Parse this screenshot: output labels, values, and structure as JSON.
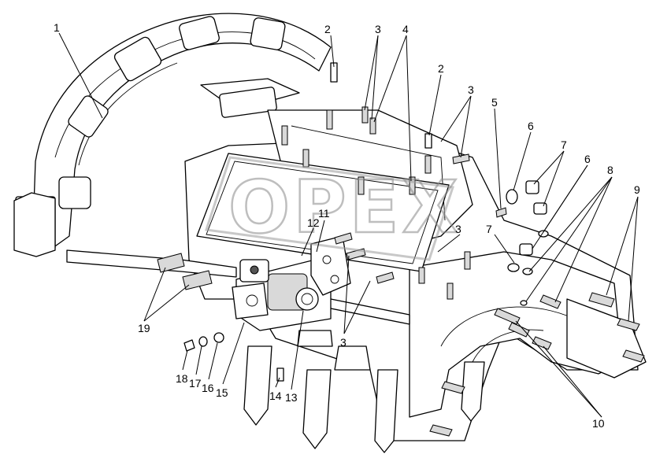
{
  "diagram": {
    "watermark_text": "OPEX",
    "callouts": [
      {
        "id": "c1",
        "text": "1"
      },
      {
        "id": "c2a",
        "text": "2"
      },
      {
        "id": "c3a",
        "text": "3"
      },
      {
        "id": "c4",
        "text": "4"
      },
      {
        "id": "c2b",
        "text": "2"
      },
      {
        "id": "c3b",
        "text": "3"
      },
      {
        "id": "c5",
        "text": "5"
      },
      {
        "id": "c6a",
        "text": "6"
      },
      {
        "id": "c7a",
        "text": "7"
      },
      {
        "id": "c6b",
        "text": "6"
      },
      {
        "id": "c8",
        "text": "8"
      },
      {
        "id": "c9",
        "text": "9"
      },
      {
        "id": "c11",
        "text": "11"
      },
      {
        "id": "c12",
        "text": "12"
      },
      {
        "id": "c3c",
        "text": "3"
      },
      {
        "id": "c7b",
        "text": "7"
      },
      {
        "id": "c19",
        "text": "19"
      },
      {
        "id": "c3d",
        "text": "3"
      },
      {
        "id": "c18",
        "text": "18"
      },
      {
        "id": "c17",
        "text": "17"
      },
      {
        "id": "c16",
        "text": "16"
      },
      {
        "id": "c15",
        "text": "15"
      },
      {
        "id": "c14",
        "text": "14"
      },
      {
        "id": "c13",
        "text": "13"
      },
      {
        "id": "c10",
        "text": "10"
      }
    ]
  }
}
